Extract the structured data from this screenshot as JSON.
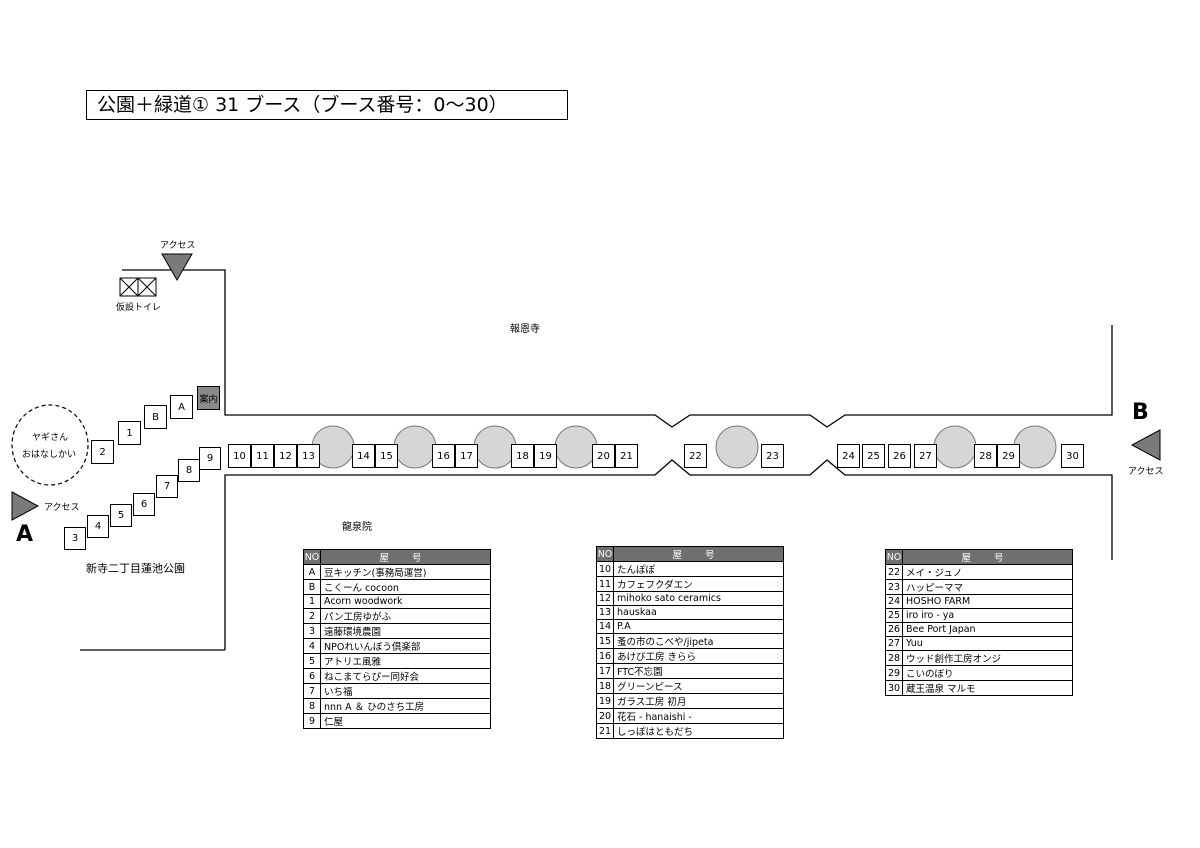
{
  "title": "公園＋緑道①  31 ブース（ブース番号：0〜30）",
  "labels": {
    "access": "アクセス",
    "toilet": "仮設トイレ",
    "info": "案内",
    "temple_north": "報恩寺",
    "temple_south": "龍泉院",
    "park": "新寺二丁目蓮池公園",
    "goat_line1": "ヤギさん",
    "goat_line2": "おはなしかい",
    "entrance_a": "A",
    "entrance_b": "B"
  },
  "booths": [
    {
      "id": "3"
    },
    {
      "id": "4"
    },
    {
      "id": "5"
    },
    {
      "id": "6"
    },
    {
      "id": "7"
    },
    {
      "id": "8"
    },
    {
      "id": "9"
    },
    {
      "id": "2"
    },
    {
      "id": "1"
    },
    {
      "id": "B"
    },
    {
      "id": "A"
    },
    {
      "id": "10"
    },
    {
      "id": "11"
    },
    {
      "id": "12"
    },
    {
      "id": "13"
    },
    {
      "id": "14"
    },
    {
      "id": "15"
    },
    {
      "id": "16"
    },
    {
      "id": "17"
    },
    {
      "id": "18"
    },
    {
      "id": "19"
    },
    {
      "id": "20"
    },
    {
      "id": "21"
    },
    {
      "id": "22"
    },
    {
      "id": "23"
    },
    {
      "id": "24"
    },
    {
      "id": "25"
    },
    {
      "id": "26"
    },
    {
      "id": "27"
    },
    {
      "id": "28"
    },
    {
      "id": "29"
    },
    {
      "id": "30"
    }
  ],
  "table_headers": {
    "no": "NO",
    "name": "屋 号"
  },
  "tables": [
    {
      "rows": [
        {
          "no": "A",
          "name": "豆キッチン(事務局運営)"
        },
        {
          "no": "B",
          "name": "こくーん cocoon"
        },
        {
          "no": "1",
          "name": "Acorn woodwork"
        },
        {
          "no": "2",
          "name": "パン工房ゆがふ"
        },
        {
          "no": "3",
          "name": "遠藤環境農園"
        },
        {
          "no": "4",
          "name": "NPOれいんぼう倶楽部"
        },
        {
          "no": "5",
          "name": "アトリエ風雅"
        },
        {
          "no": "6",
          "name": "ねこまてらぴー同好会"
        },
        {
          "no": "7",
          "name": "いち福"
        },
        {
          "no": "8",
          "name": "nnn A ＆ ひのさち工房"
        },
        {
          "no": "9",
          "name": "仁屋"
        }
      ]
    },
    {
      "rows": [
        {
          "no": "10",
          "name": "たんぽぽ"
        },
        {
          "no": "11",
          "name": "カフェフクダエン"
        },
        {
          "no": "12",
          "name": "mihoko sato ceramics"
        },
        {
          "no": "13",
          "name": "hauskaa"
        },
        {
          "no": "14",
          "name": "P.A"
        },
        {
          "no": "15",
          "name": "蚤の市のこべや/jipeta"
        },
        {
          "no": "16",
          "name": "あけび工房 きらら"
        },
        {
          "no": "17",
          "name": "FTC不忘園"
        },
        {
          "no": "18",
          "name": "グリーンピース"
        },
        {
          "no": "19",
          "name": "ガラス工房 初月"
        },
        {
          "no": "20",
          "name": "花石 - hanaishi -"
        },
        {
          "no": "21",
          "name": "しっぽはともだち"
        }
      ]
    },
    {
      "rows": [
        {
          "no": "22",
          "name": "メイ・ジュノ"
        },
        {
          "no": "23",
          "name": "ハッピーママ"
        },
        {
          "no": "24",
          "name": "HOSHO FARM"
        },
        {
          "no": "25",
          "name": "iro iro - ya"
        },
        {
          "no": "26",
          "name": "Bee Port Japan"
        },
        {
          "no": "27",
          "name": "Yuu"
        },
        {
          "no": "28",
          "name": "ウッド創作工房オンジ"
        },
        {
          "no": "29",
          "name": "こいのぼり"
        },
        {
          "no": "30",
          "name": "蔵王温泉 マルモ"
        }
      ]
    }
  ],
  "colors": {
    "header_bg": "#6f6f6f",
    "arrow": "#7a7a7a",
    "info_bg": "#8a8a8a",
    "tree": "#cccccc"
  }
}
